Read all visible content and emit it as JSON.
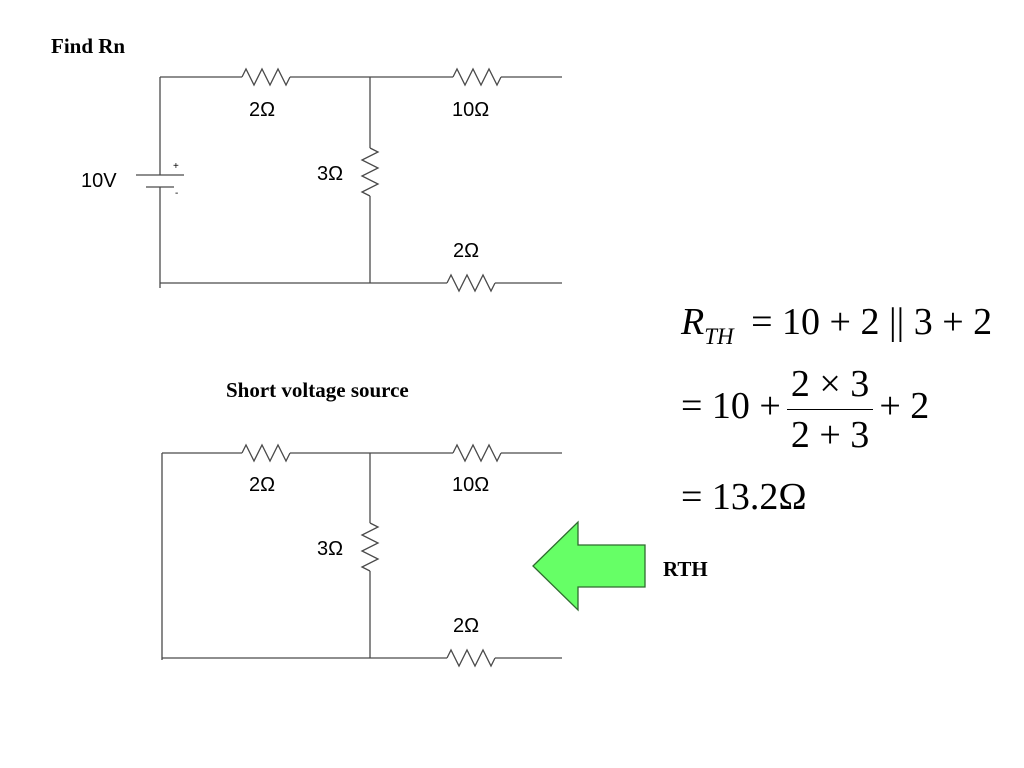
{
  "titles": {
    "find": "Find Rn",
    "short": "Short voltage source",
    "rth": "RTH"
  },
  "circuit_top": {
    "source_label": "10V",
    "source_plus": "+",
    "source_minus": "-",
    "r_top_left": "2Ω",
    "r_top_right": "10Ω",
    "r_middle": "3Ω",
    "r_bottom_right": "2Ω"
  },
  "circuit_bottom": {
    "r_top_left": "2Ω",
    "r_top_right": "10Ω",
    "r_middle": "3Ω",
    "r_bottom_right": "2Ω"
  },
  "equation": {
    "line1_R": "R",
    "line1_sub": "TH",
    "line1_rhs": "= 10 + 2 || 3 + 2",
    "line2_pre": "= 10 +",
    "line2_num": "2 × 3",
    "line2_den": "2 + 3",
    "line2_post": "+ 2",
    "line3": "= 13.2Ω"
  },
  "colors": {
    "arrow_fill": "#66ff66",
    "arrow_stroke": "#2f6b2f",
    "wire": "#4a4a4a"
  }
}
